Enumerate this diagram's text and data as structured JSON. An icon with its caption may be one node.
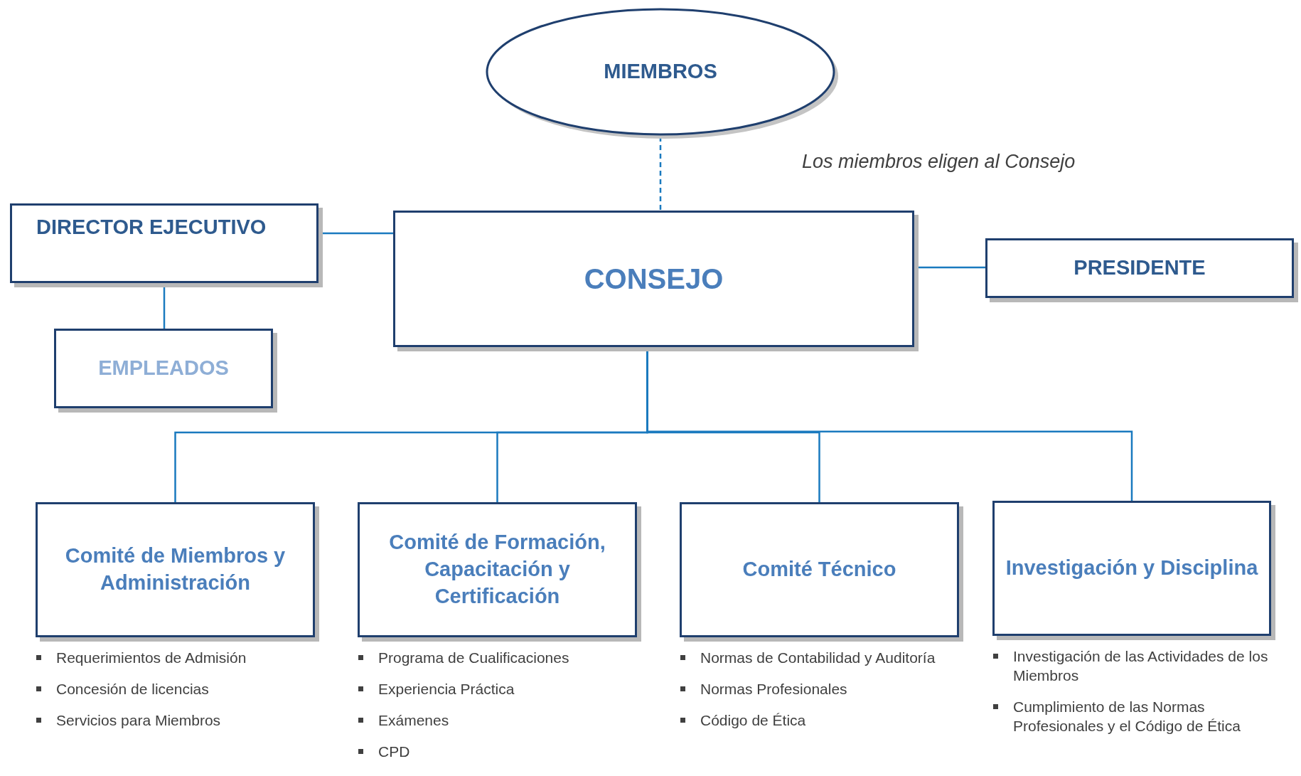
{
  "diagram": {
    "nodes": [
      {
        "text": [
          "MIEMBROS"
        ]
      },
      {
        "text": [
          "CONSEJO"
        ]
      },
      {
        "text": [
          "DIRECTOR EJECUTIVO"
        ]
      },
      {
        "text": [
          "EMPLEADOS"
        ]
      },
      {
        "text": [
          "PRESIDENTE"
        ]
      },
      {
        "text": [
          "Comité de Miembros y Administración"
        ],
        "beside": [
          "Requerimientos de Admisión",
          "Concesión de licencias",
          "Servicios para Miembros"
        ]
      },
      {
        "text": [
          "Comité de  Formación, Capacitación y Certificación"
        ],
        "beside": [
          "Programa de Cualificaciones",
          "Experiencia Práctica",
          "Exámenes",
          "CPD"
        ]
      },
      {
        "text": [
          "Comité Técnico"
        ],
        "beside": [
          "Normas de Contabilidad y Auditoría",
          "Normas Profesionales",
          "Código de Ética"
        ]
      },
      {
        "text": [
          "Investigación y Disciplina"
        ],
        "beside": [
          "Investigación de las Actividades de los Miembros",
          "Cumplimiento de las Normas Profesionales y el Código de Ética"
        ]
      }
    ],
    "edges": [
      {
        "from": 0,
        "to": 1,
        "arrow": "none",
        "style": "dashed"
      },
      {
        "from": 2,
        "to": 1,
        "arrow": "none"
      },
      {
        "from": 1,
        "to": 4,
        "arrow": "none"
      },
      {
        "from": 2,
        "to": 3,
        "arrow": "none"
      },
      {
        "from": 1,
        "to": 5,
        "arrow": "none"
      },
      {
        "from": 1,
        "to": 6,
        "arrow": "none"
      },
      {
        "from": 1,
        "to": 7,
        "arrow": "none"
      },
      {
        "from": 1,
        "to": 8,
        "arrow": "none"
      }
    ],
    "labels": [
      "Los miembros eligen al Consejo"
    ]
  }
}
